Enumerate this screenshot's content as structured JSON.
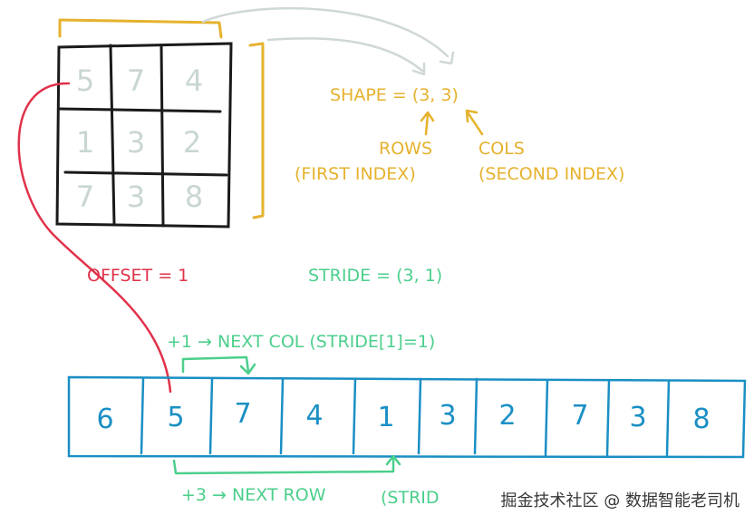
{
  "colors": {
    "ink": "#1a1a1a",
    "matrix_digit": "#c9d6d3",
    "yellow": "#e6b22e",
    "red": "#e0324a",
    "green": "#4ccf8c",
    "blue": "#1a8fc4",
    "gray_arrow": "#cfd8d6"
  },
  "matrix": {
    "cells": [
      [
        "5",
        "7",
        "4"
      ],
      [
        "1",
        "3",
        "2"
      ],
      [
        "7",
        "3",
        "8"
      ]
    ]
  },
  "shape": {
    "label": "SHAPE = (3, 3)",
    "rows_label": "ROWS",
    "rows_sub": "(FIRST INDEX)",
    "cols_label": "COLS",
    "cols_sub": "(SECOND INDEX)"
  },
  "offset_label": "OFFSET = 1",
  "stride_label": "STRIDE = (3, 1)",
  "next_col_label": "+1 → NEXT COL (STRIDE[1]=1)",
  "next_row_label": "+3 → NEXT ROW",
  "truncated_label": "(STRID",
  "storage": [
    "6",
    "5",
    "7",
    "4",
    "1",
    "3",
    "2",
    "7",
    "3",
    "8"
  ],
  "watermark": "掘金技术社区 @ 数据智能老司机"
}
